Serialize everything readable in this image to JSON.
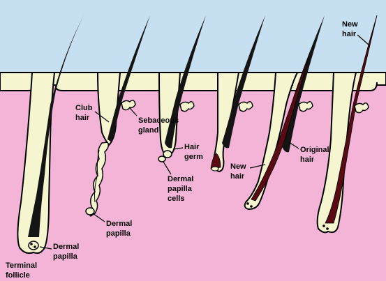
{
  "colors": {
    "sky": "#c7e0f1",
    "skin": "#f4b4d8",
    "sheath": "#f5f6cf",
    "hair": "#141414",
    "new_hair": "#5a0a12",
    "outline": "#000000"
  },
  "labels": {
    "terminal_follicle": [
      "Terminal",
      "follicle"
    ],
    "dermal_papilla_1": [
      "Dermal",
      "papilla"
    ],
    "club_hair": [
      "Club",
      "hair"
    ],
    "sebaceous_gland": [
      "Sebaceous",
      "gland"
    ],
    "dermal_papilla_2": [
      "Dermal",
      "papilla"
    ],
    "hair_germ": [
      "Hair",
      "germ"
    ],
    "dermal_papilla_cells": [
      "Dermal",
      "papilla",
      "cells"
    ],
    "new_hair_1": [
      "New",
      "hair"
    ],
    "original_hair": [
      "Original",
      "hair"
    ],
    "new_hair_2": [
      "New",
      "hair"
    ]
  }
}
